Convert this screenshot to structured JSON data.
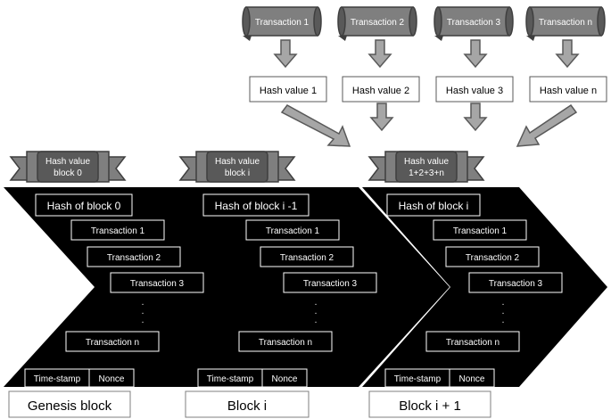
{
  "transactions_top": [
    "Transaction 1",
    "Transaction 2",
    "Transaction 3",
    "Transaction n"
  ],
  "hash_values": [
    "Hash value 1",
    "Hash value 2",
    "Hash value 3",
    "Hash value n"
  ],
  "blocks": [
    {
      "banner": [
        "Hash value",
        "block 0"
      ],
      "prev_hash": "Hash of block 0",
      "transactions": [
        "Transaction 1",
        "Transaction 2",
        "Transaction 3"
      ],
      "dots": ".",
      "last_transaction": "Transaction n",
      "timestamp": "Time-stamp",
      "nonce": "Nonce",
      "name": "Genesis block"
    },
    {
      "banner": [
        "Hash value",
        "block i"
      ],
      "prev_hash": "Hash of block i -1",
      "transactions": [
        "Transaction 1",
        "Transaction 2",
        "Transaction 3"
      ],
      "dots": ".",
      "last_transaction": "Transaction n",
      "timestamp": "Time-stamp",
      "nonce": "Nonce",
      "name": "Block i"
    },
    {
      "banner": [
        "Hash value",
        "1+2+3+n"
      ],
      "prev_hash": "Hash of block i",
      "transactions": [
        "Transaction 1",
        "Transaction 2",
        "Transaction 3"
      ],
      "dots": ".",
      "last_transaction": "Transaction n",
      "timestamp": "Time-stamp",
      "nonce": "Nonce",
      "name": "Block i + 1"
    }
  ],
  "colors": {
    "block_fill": "#000000",
    "scroll_fill": "#7f7f7f",
    "scroll_dark": "#3f3f3f",
    "arrow_fill": "#a6a6a6",
    "arrow_stroke": "#595959",
    "label_border": "#7f7f7f"
  }
}
